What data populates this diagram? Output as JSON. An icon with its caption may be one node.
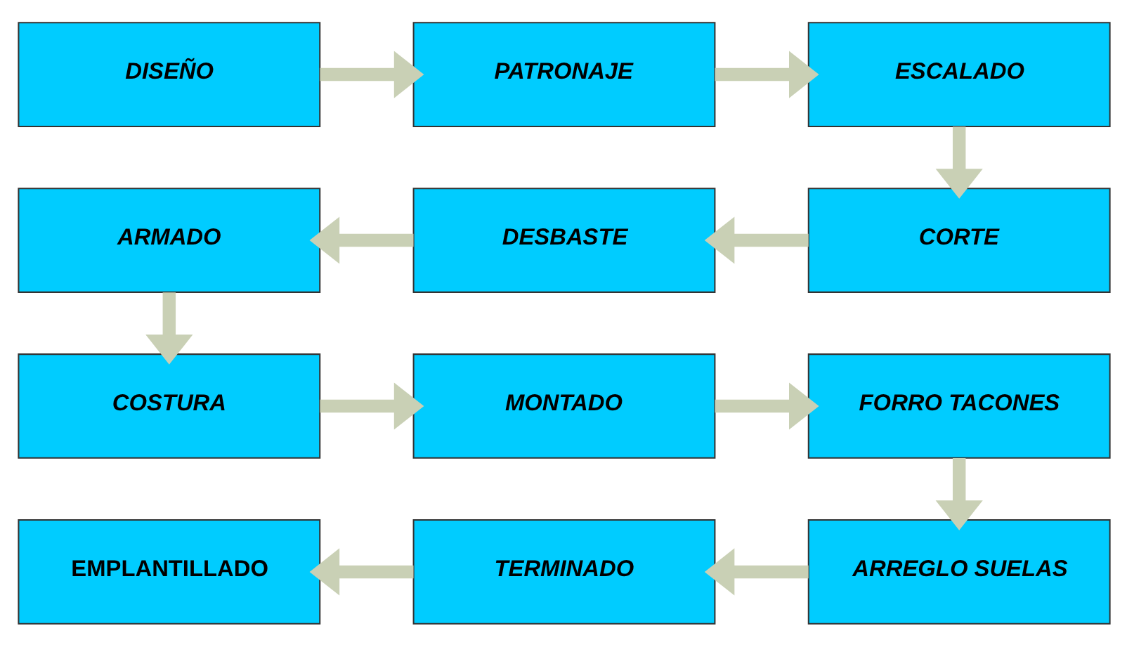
{
  "diagram": {
    "nodes": [
      {
        "text": [
          "DISEÑO"
        ]
      },
      {
        "text": [
          "PATRONAJE"
        ]
      },
      {
        "text": [
          "ESCALADO"
        ]
      },
      {
        "text": [
          "ARMADO"
        ]
      },
      {
        "text": [
          "DESBASTE"
        ]
      },
      {
        "text": [
          "CORTE"
        ]
      },
      {
        "text": [
          "COSTURA"
        ]
      },
      {
        "text": [
          "MONTADO"
        ]
      },
      {
        "text": [
          "FORRO TACONES"
        ]
      },
      {
        "text": [
          "EMPLANTILLADO"
        ]
      },
      {
        "text": [
          "TERMINADO"
        ]
      },
      {
        "text": [
          "ARREGLO SUELAS"
        ]
      }
    ],
    "edges": [
      {
        "from": 0,
        "to": 1,
        "arrow": "to"
      },
      {
        "from": 1,
        "to": 2,
        "arrow": "to"
      },
      {
        "from": 2,
        "to": 5,
        "arrow": "to"
      },
      {
        "from": 5,
        "to": 4,
        "arrow": "to"
      },
      {
        "from": 4,
        "to": 3,
        "arrow": "to"
      },
      {
        "from": 3,
        "to": 6,
        "arrow": "to"
      },
      {
        "from": 6,
        "to": 7,
        "arrow": "to"
      },
      {
        "from": 7,
        "to": 8,
        "arrow": "to"
      },
      {
        "from": 8,
        "to": 11,
        "arrow": "to"
      },
      {
        "from": 11,
        "to": 10,
        "arrow": "to"
      },
      {
        "from": 10,
        "to": 9,
        "arrow": "to"
      }
    ]
  }
}
